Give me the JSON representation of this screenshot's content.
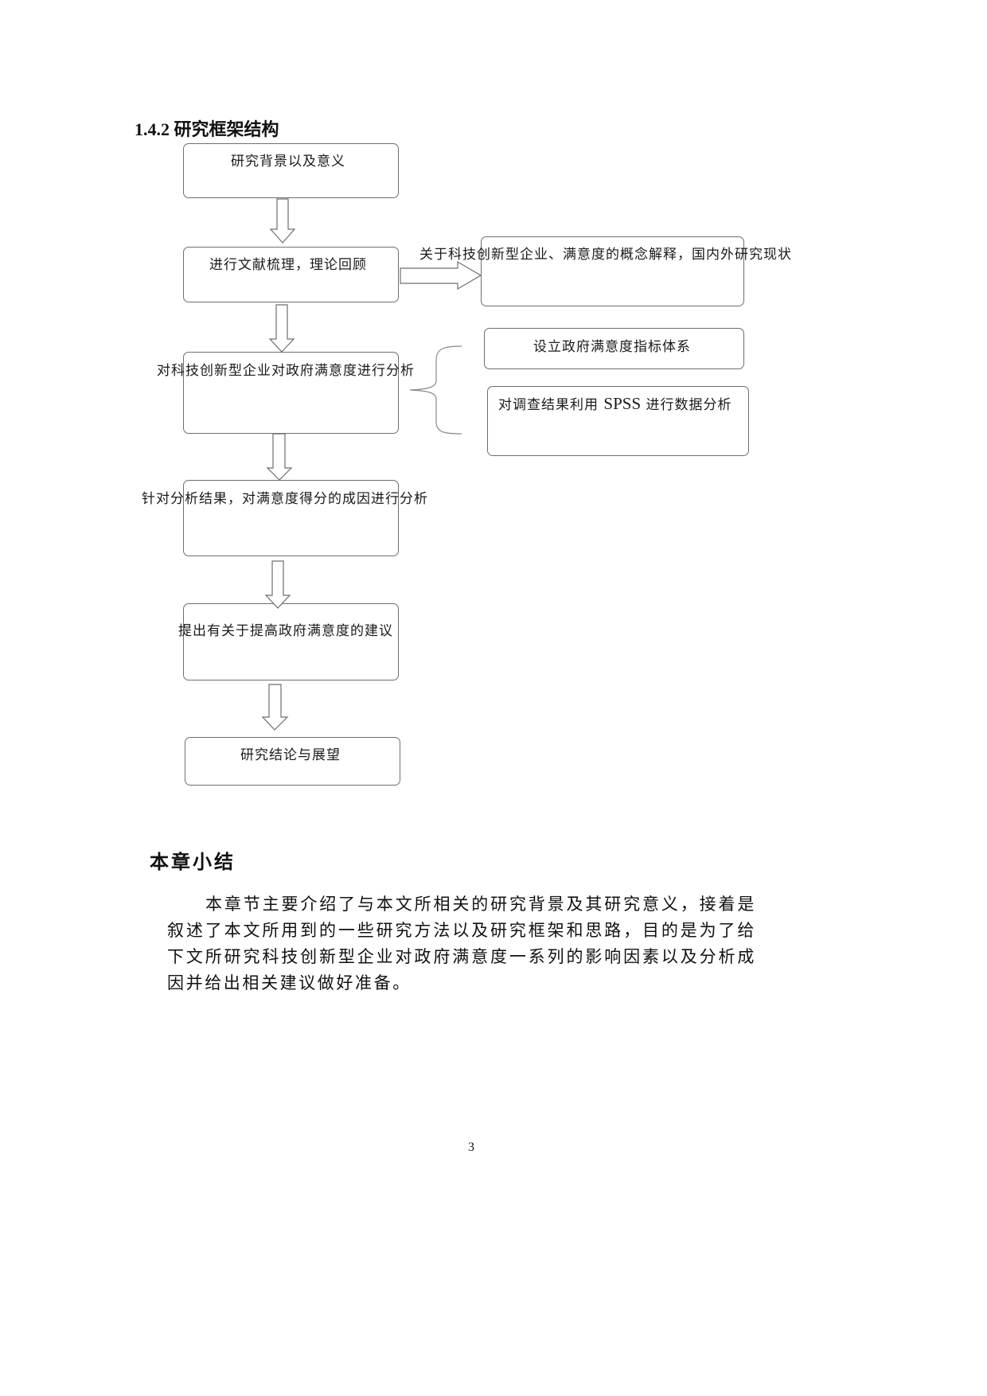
{
  "section": {
    "heading": "1.4.2 研究框架结构"
  },
  "flowchart": {
    "main_steps": [
      {
        "label": "研究背景以及意义"
      },
      {
        "label": "进行文献梳理，理论回顾"
      },
      {
        "label": "对科技创新型企业对政府满意度进行分析"
      },
      {
        "label": "针对分析结果，对满意度得分的成因进行分析"
      },
      {
        "label": "提出有关于提高政府满意度的建议"
      },
      {
        "label": "研究结论与展望"
      }
    ],
    "side_boxes": [
      {
        "label": "关于科技创新型企业、满意度的概念解释，国内外研究现状"
      },
      {
        "label": "设立政府满意度指标体系"
      },
      {
        "label_pre": "对调查结果利用 ",
        "label_latin": "SPSS",
        "label_post": " 进行数据分析"
      }
    ],
    "border_color": "#6e6e6e"
  },
  "summary": {
    "title": "本章小结",
    "paragraph": "本章节主要介绍了与本文所相关的研究背景及其研究意义，接着是叙述了本文所用到的一些研究方法以及研究框架和思路，目的是为了给下文所研究科技创新型企业对政府满意度一系列的影响因素以及分析成因并给出相关建议做好准备。"
  },
  "footer": {
    "page_number": "3"
  }
}
